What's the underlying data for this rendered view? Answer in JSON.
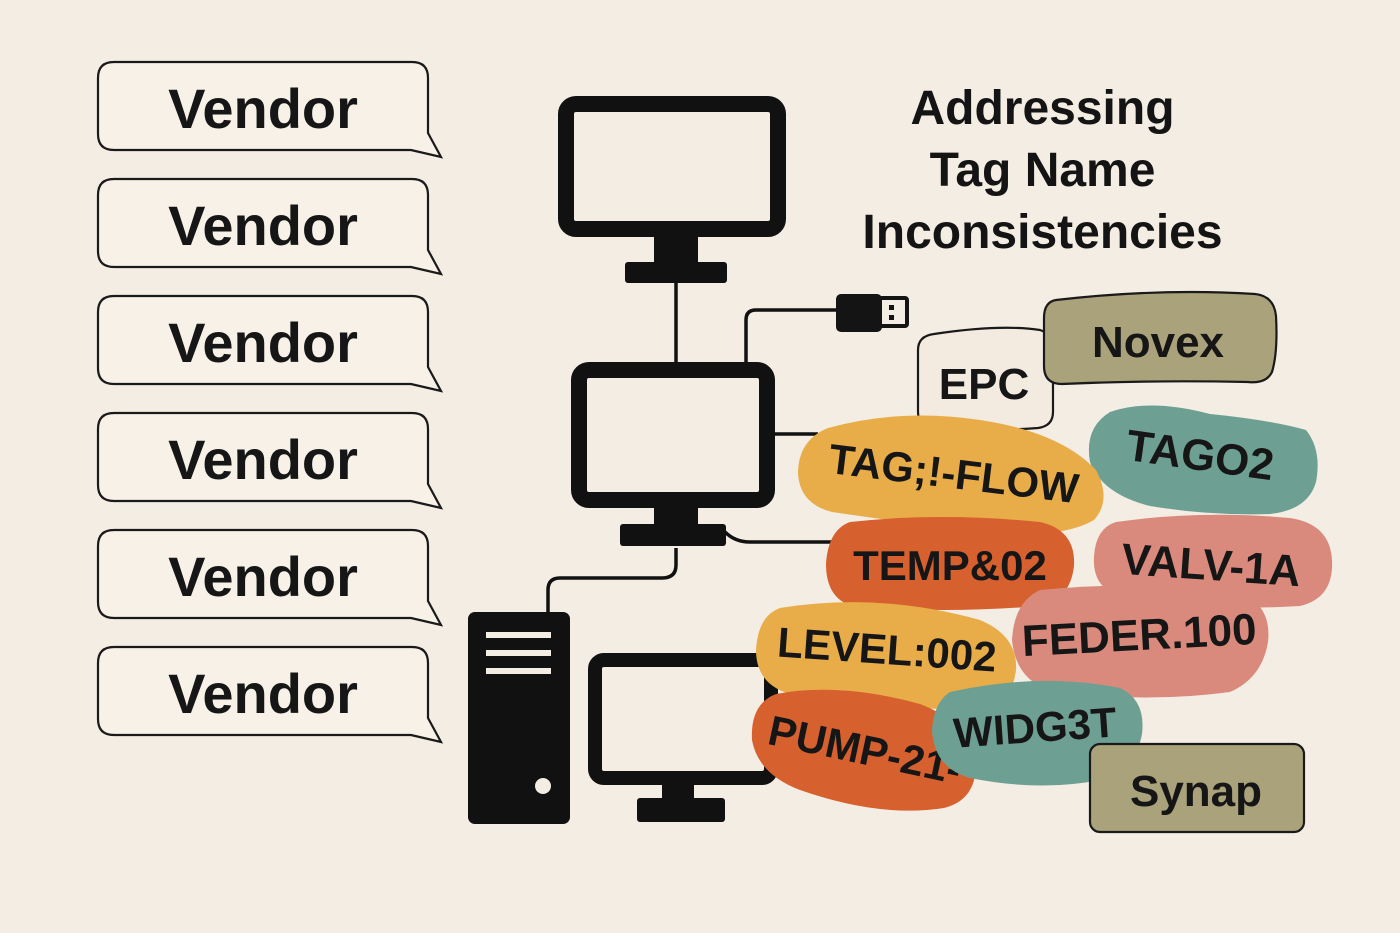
{
  "title": {
    "line1": "Addressing",
    "line2": "Tag Name",
    "line3": "Inconsistencies"
  },
  "vendors": [
    {
      "label": "Vendor"
    },
    {
      "label": "Vendor"
    },
    {
      "label": "Vendor"
    },
    {
      "label": "Vendor"
    },
    {
      "label": "Vendor"
    },
    {
      "label": "Vendor"
    }
  ],
  "tags": {
    "epc": "EPC",
    "novex": "Novex",
    "tag_flow": "TAG;!-FLOW",
    "tago2": "TAGO2",
    "temp": "TEMP&02",
    "valv": "VALV-1A",
    "level": "LEVEL:002",
    "feder": "FEDER.100",
    "widg": "WIDG3T",
    "pump": "PUMP-21-",
    "synap": "Synap"
  },
  "colors": {
    "background": "#f4ede4",
    "ink": "#161616",
    "olive": "#a9a27a",
    "amber": "#e8ad48",
    "orange": "#d7602f",
    "teal": "#6e9f93",
    "salmon": "#d98a7c",
    "cream": "#f3ebe0"
  }
}
